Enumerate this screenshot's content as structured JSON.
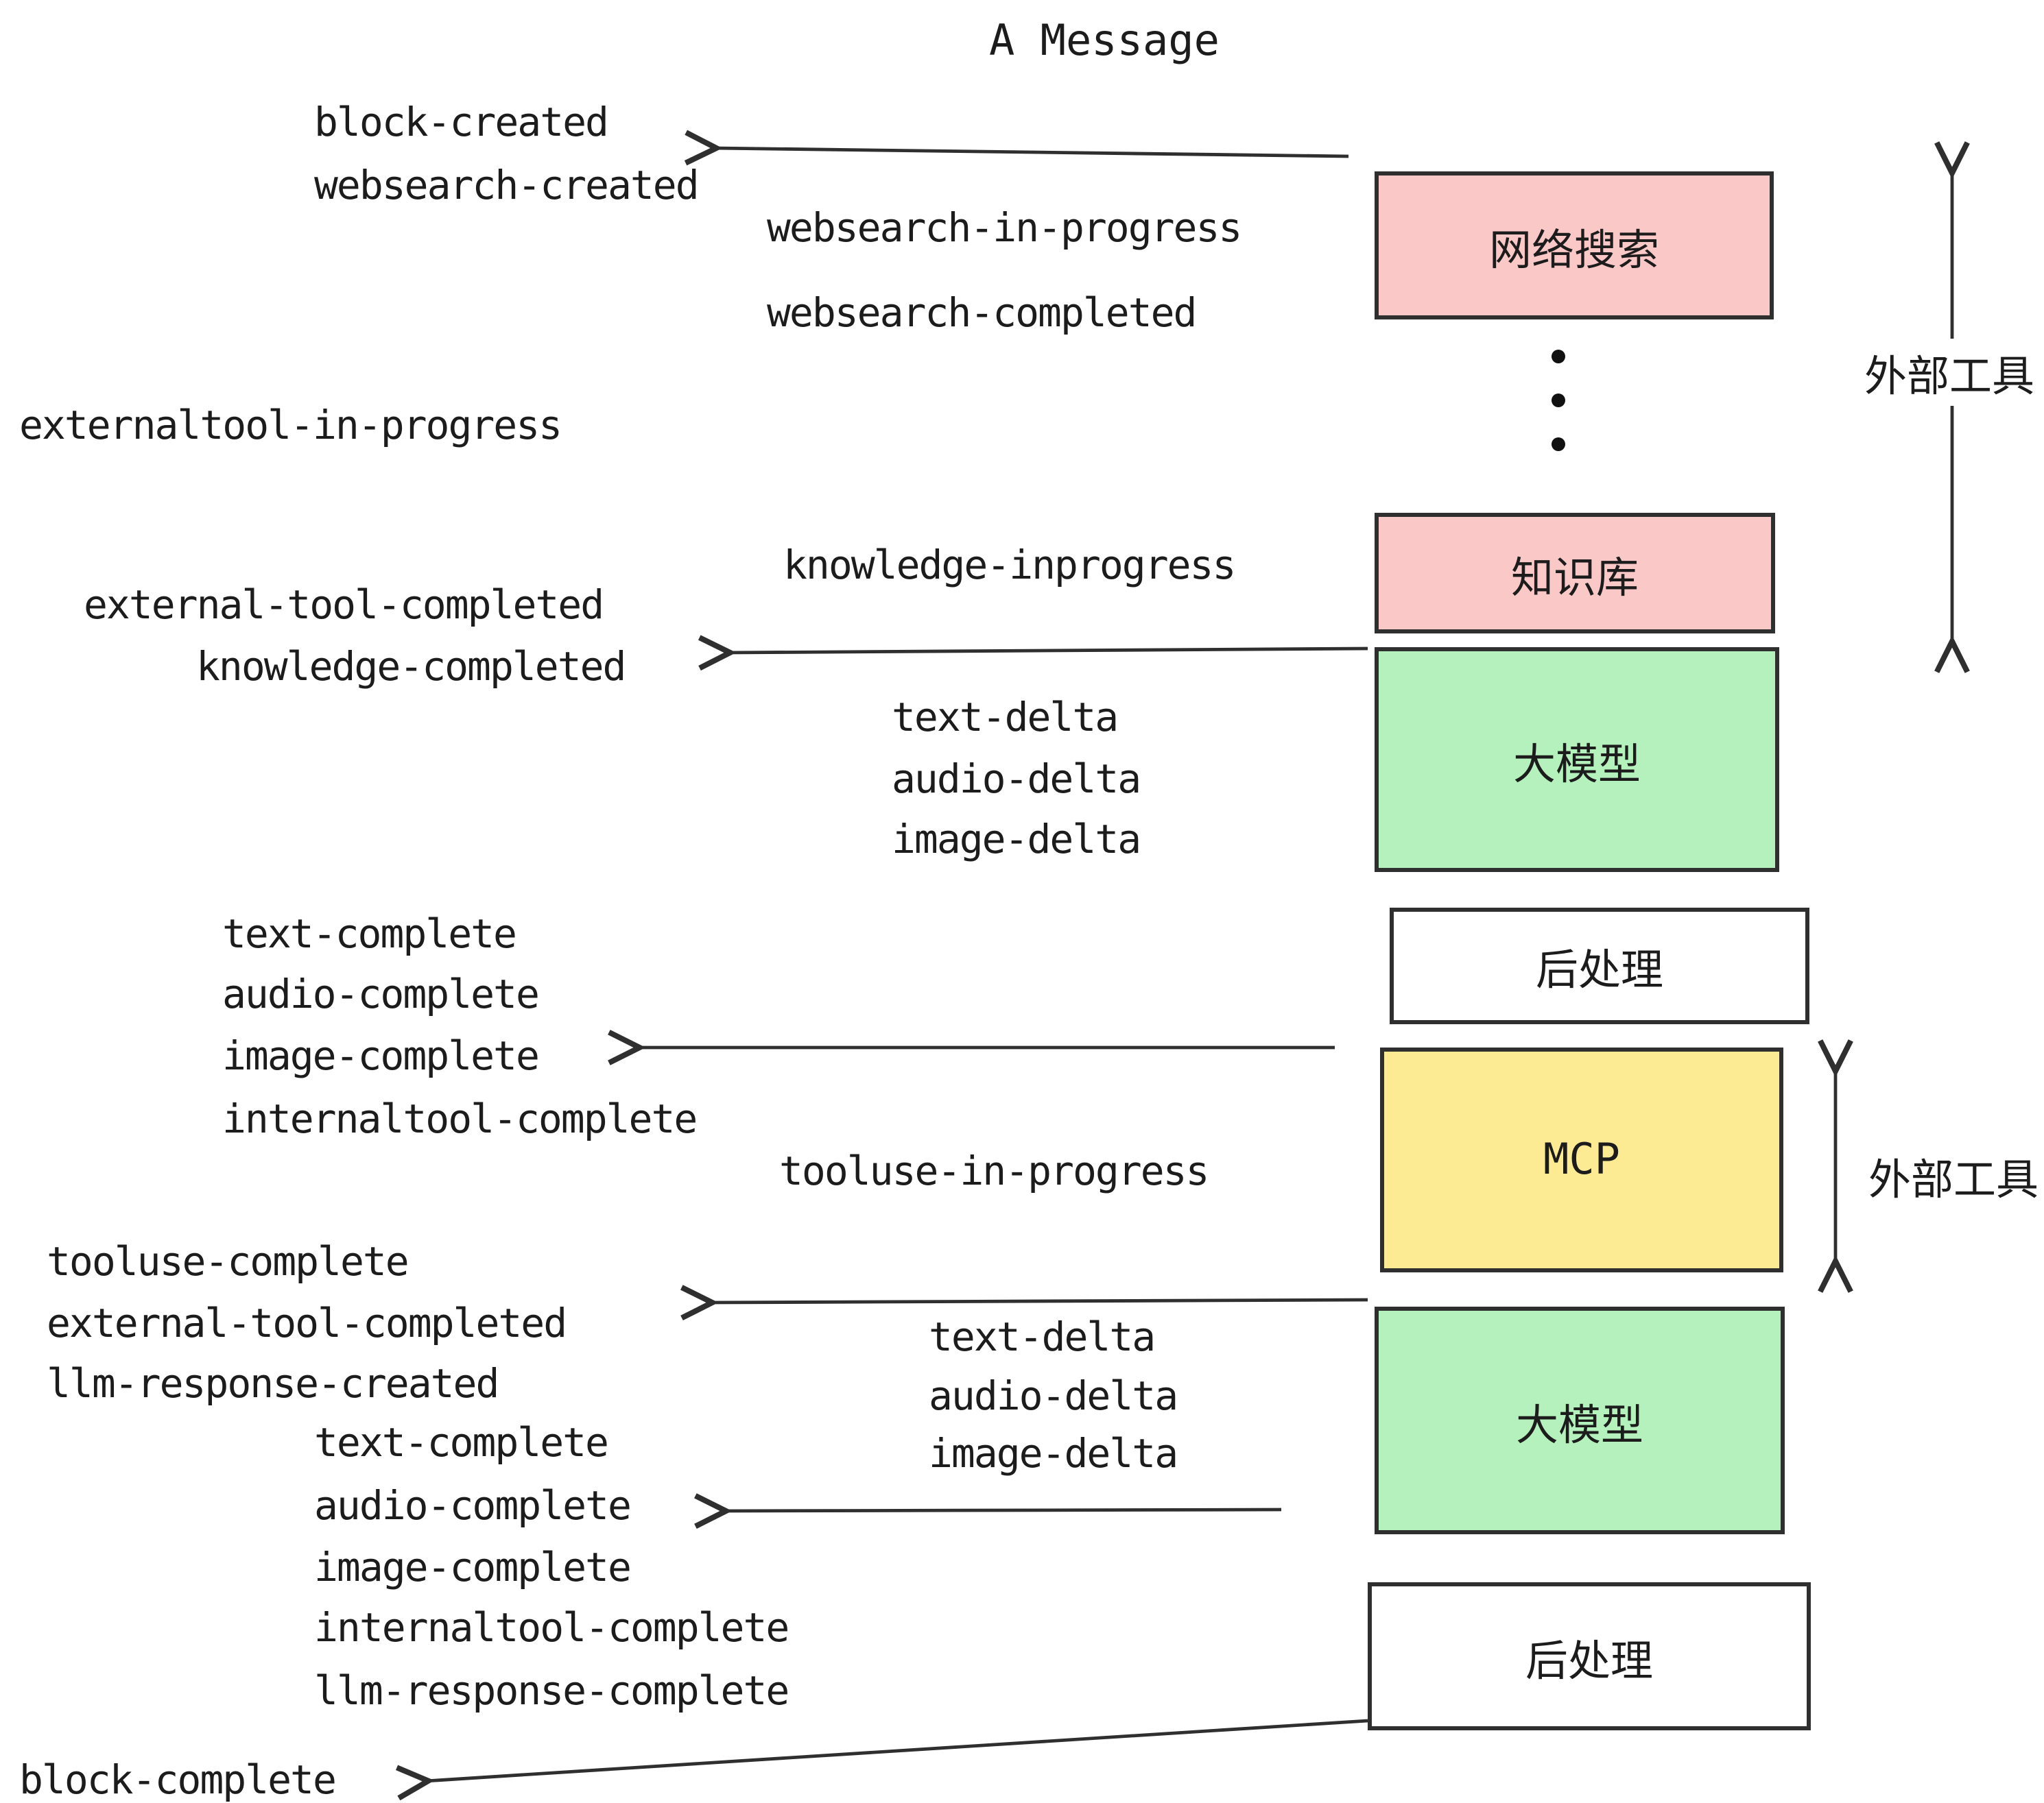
{
  "title": "A Message",
  "events": {
    "block_created": "block-created",
    "websearch_created": "websearch-created",
    "websearch_in_progress": "websearch-in-progress",
    "websearch_completed": "websearch-completed",
    "externaltool_in_progress": "externaltool-in-progress",
    "knowledge_inprogress": "knowledge-inprogress",
    "external_tool_completed_1": "external-tool-completed",
    "knowledge_completed": "knowledge-completed",
    "text_delta_1": "text-delta",
    "audio_delta_1": "audio-delta",
    "image_delta_1": "image-delta",
    "text_complete_1": "text-complete",
    "audio_complete_1": "audio-complete",
    "image_complete_1": "image-complete",
    "internaltool_complete_1": "internaltool-complete",
    "tooluse_in_progress": "tooluse-in-progress",
    "tooluse_complete": "tooluse-complete",
    "external_tool_completed_2": "external-tool-completed",
    "llm_response_created": "llm-response-created",
    "text_delta_2": "text-delta",
    "audio_delta_2": "audio-delta",
    "image_delta_2": "image-delta",
    "text_complete_2": "text-complete",
    "audio_complete_2": "audio-complete",
    "image_complete_2": "image-complete",
    "internaltool_complete_2": "internaltool-complete",
    "llm_response_complete": "llm-response-complete",
    "block_complete": "block-complete"
  },
  "boxes": [
    {
      "label": "网络搜索",
      "color": "#fbc8c8"
    },
    {
      "label": "知识库",
      "color": "#fbc8c8"
    },
    {
      "label": "大模型",
      "color": "#b5f1bd"
    },
    {
      "label": "后处理",
      "color": "#ffffff"
    },
    {
      "label": "MCP",
      "color": "#fdeb94"
    },
    {
      "label": "大模型",
      "color": "#b5f1bd"
    },
    {
      "label": "后处理",
      "color": "#ffffff"
    }
  ],
  "annotations": {
    "external_tools_1": "外部工具",
    "external_tools_2": "外部工具"
  }
}
